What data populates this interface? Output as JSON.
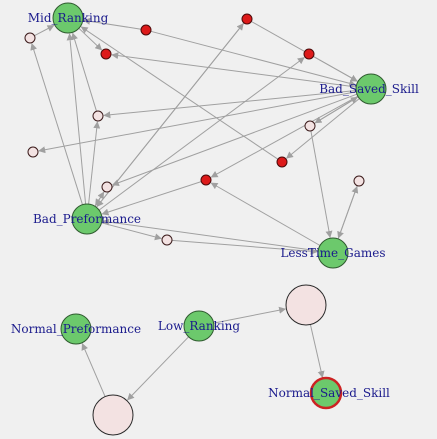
{
  "graph": {
    "colors": {
      "background": "#f0f0f0",
      "edge": "#a0a0a0",
      "major_node_fill": "#6cc96c",
      "major_node_stroke": "#2f5a2f",
      "small_red_fill": "#dd1a1a",
      "small_pink_fill": "#f3e2e2",
      "node_stroke": "#3a1a1a",
      "highlight_stroke": "#cc2222",
      "label": "#1a1a8c"
    },
    "nodes": [
      {
        "id": "mid_ranking",
        "label": "Mid_Ranking",
        "kind": "major"
      },
      {
        "id": "bad_saved_skill",
        "label": "Bad_Saved_Skill",
        "kind": "major"
      },
      {
        "id": "bad_preformance",
        "label": "Bad_Preformance",
        "kind": "major"
      },
      {
        "id": "less_time_games",
        "label": "LessTime_Games",
        "kind": "major"
      },
      {
        "id": "normal_preformance",
        "label": "Normal_Preformance",
        "kind": "major"
      },
      {
        "id": "low_ranking",
        "label": "Low_Ranking",
        "kind": "major"
      },
      {
        "id": "normal_saved_skill",
        "label": "Normal_Saved_Skill",
        "kind": "major_highlight"
      },
      {
        "id": "p1",
        "label": "",
        "kind": "pink_small"
      },
      {
        "id": "p2",
        "label": "",
        "kind": "pink_small"
      },
      {
        "id": "p3",
        "label": "",
        "kind": "pink_small"
      },
      {
        "id": "p4",
        "label": "",
        "kind": "pink_small"
      },
      {
        "id": "p5",
        "label": "",
        "kind": "pink_small"
      },
      {
        "id": "p6",
        "label": "",
        "kind": "pink_small"
      },
      {
        "id": "p7",
        "label": "",
        "kind": "pink_small"
      },
      {
        "id": "r1",
        "label": "",
        "kind": "red"
      },
      {
        "id": "r2",
        "label": "",
        "kind": "red"
      },
      {
        "id": "r3",
        "label": "",
        "kind": "red"
      },
      {
        "id": "r4",
        "label": "",
        "kind": "red"
      },
      {
        "id": "r5",
        "label": "",
        "kind": "red"
      },
      {
        "id": "r6",
        "label": "",
        "kind": "red"
      },
      {
        "id": "big1",
        "label": "",
        "kind": "pink_large"
      },
      {
        "id": "big2",
        "label": "",
        "kind": "pink_large"
      }
    ],
    "edges": [
      [
        "p1",
        "mid_ranking"
      ],
      [
        "r1",
        "mid_ranking"
      ],
      [
        "r1",
        "bad_saved_skill"
      ],
      [
        "p3",
        "mid_ranking"
      ],
      [
        "mid_ranking",
        "r2"
      ],
      [
        "bad_saved_skill",
        "r2"
      ],
      [
        "bad_preformance",
        "mid_ranking"
      ],
      [
        "bad_preformance",
        "p1"
      ],
      [
        "bad_preformance",
        "p3"
      ],
      [
        "r5",
        "mid_ranking"
      ],
      [
        "bad_saved_skill",
        "p3"
      ],
      [
        "bad_saved_skill",
        "p2"
      ],
      [
        "r3",
        "bad_saved_skill"
      ],
      [
        "r3",
        "bad_preformance"
      ],
      [
        "r4",
        "bad_saved_skill"
      ],
      [
        "bad_preformance",
        "r4"
      ],
      [
        "bad_saved_skill",
        "p4"
      ],
      [
        "bad_saved_skill",
        "r5"
      ],
      [
        "bad_saved_skill",
        "r6"
      ],
      [
        "bad_saved_skill",
        "p6"
      ],
      [
        "p4",
        "bad_saved_skill"
      ],
      [
        "p4",
        "less_time_games"
      ],
      [
        "p5",
        "less_time_games"
      ],
      [
        "less_time_games",
        "r6"
      ],
      [
        "less_time_games",
        "p5"
      ],
      [
        "less_time_games",
        "bad_preformance"
      ],
      [
        "r6",
        "bad_preformance"
      ],
      [
        "bad_preformance",
        "p7"
      ],
      [
        "p7",
        "less_time_games"
      ],
      [
        "bad_preformance",
        "r3"
      ],
      [
        "bad_preformance",
        "p6"
      ],
      [
        "p6",
        "bad_preformance"
      ],
      [
        "low_ranking",
        "big1"
      ],
      [
        "low_ranking",
        "big2"
      ],
      [
        "big2",
        "normal_preformance"
      ],
      [
        "big1",
        "normal_saved_skill"
      ]
    ]
  }
}
